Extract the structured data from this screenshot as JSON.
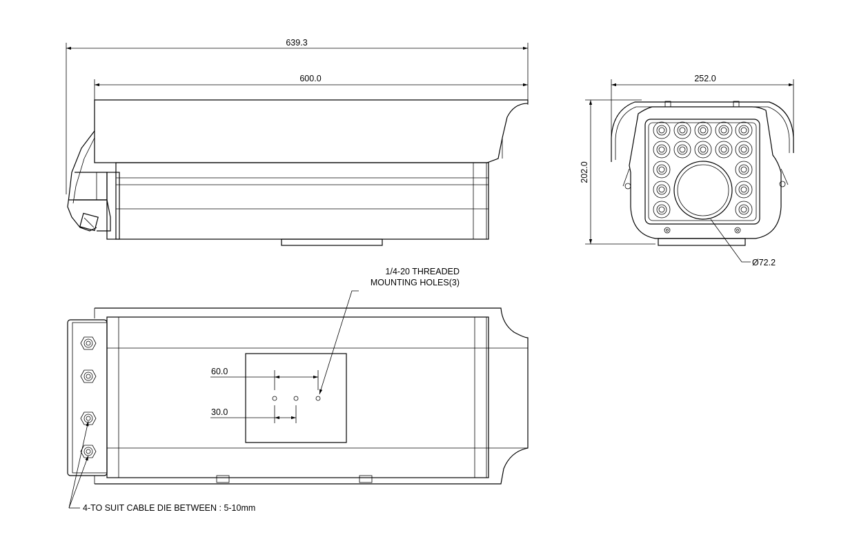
{
  "dimensions": {
    "overall_length": "639.3",
    "body_length": "600.0",
    "front_width": "252.0",
    "front_height": "202.0",
    "window_diameter": "Ø72.2",
    "hole_spacing_60": "60.0",
    "hole_spacing_30": "30.0"
  },
  "callouts": {
    "mounting_holes_line1": "1/4-20 THREADED",
    "mounting_holes_line2": "MOUNTING HOLES(3)",
    "cable_glands": "4-TO SUIT CABLE DIE BETWEEN : 5-10mm"
  },
  "colors": {
    "line": "#000000",
    "background": "#ffffff"
  }
}
